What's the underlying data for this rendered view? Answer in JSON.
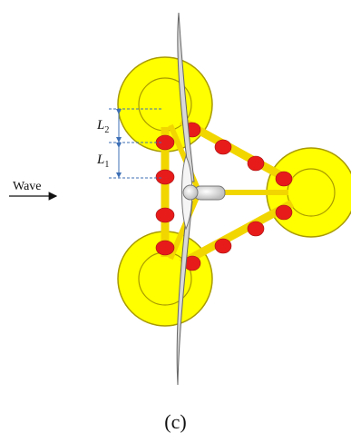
{
  "labels": {
    "wave": "Wave",
    "l2_main": "L",
    "l2_sub": "2",
    "l1_main": "L",
    "l1_sub": "1"
  },
  "caption": "(c)",
  "colors": {
    "float_fill": "#ffff00",
    "float_stroke": "#a89a00",
    "brace": "#f2d600",
    "mooring": "#e81b1b",
    "dimension": "#3d6fb6",
    "blade": "#d8d8d8"
  },
  "icons": {
    "wave_arrow": "right-arrow-icon"
  }
}
